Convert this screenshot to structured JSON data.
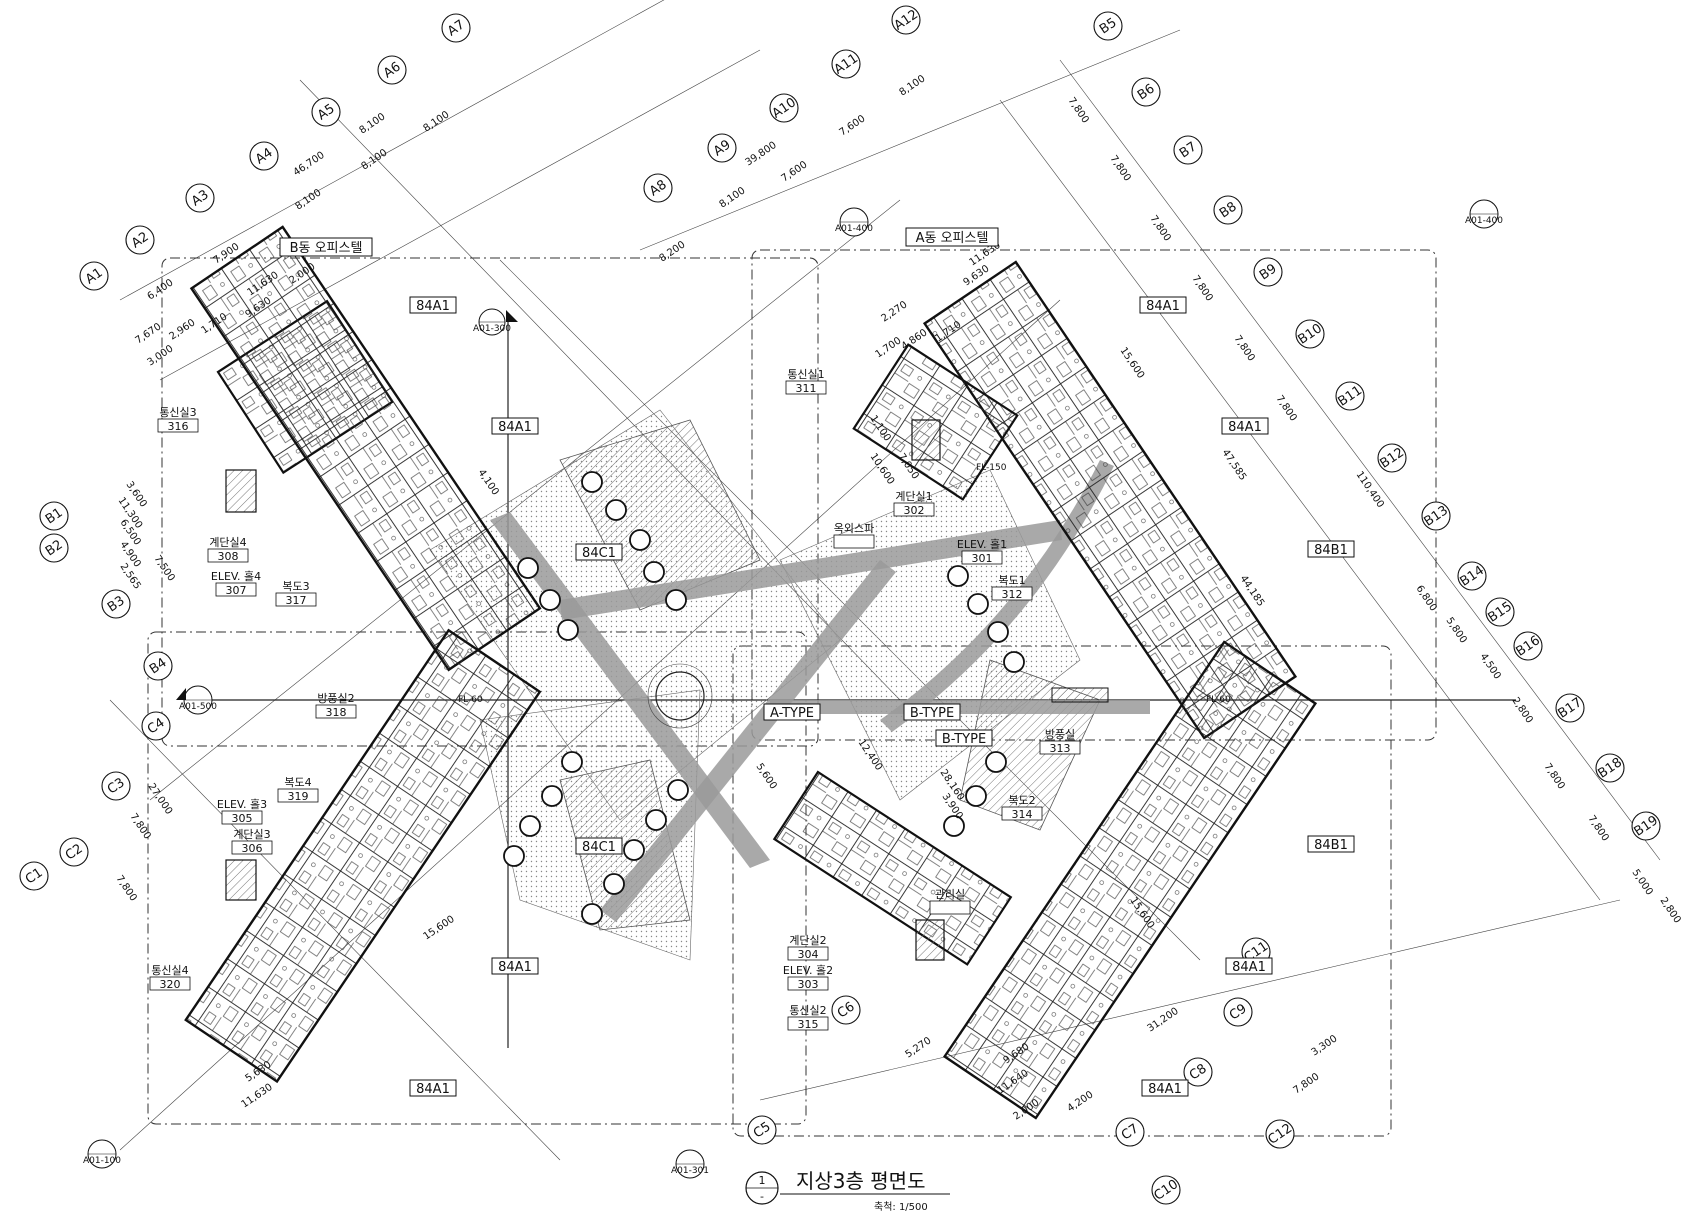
{
  "drawing": {
    "title": "지상3층 평면도",
    "title_number": "1",
    "title_sub": "-",
    "scale": "축척: 1/500"
  },
  "buildings": {
    "b_office": "B동 오피스텔",
    "a_office": "A동 오피스텔"
  },
  "unit_types": {
    "u84A1": "84A1",
    "u84B1": "84B1",
    "u84C1": "84C1",
    "a_type": "A-TYPE",
    "b_type": "B-TYPE"
  },
  "grid_a": [
    "A1",
    "A2",
    "A3",
    "A4",
    "A5",
    "A6",
    "A7",
    "A8",
    "A9",
    "A10",
    "A11",
    "A12"
  ],
  "grid_b": [
    "B1",
    "B2",
    "B3",
    "B4",
    "B5",
    "B6",
    "B7",
    "B8",
    "B9",
    "B10",
    "B11",
    "B12",
    "B13",
    "B14",
    "B15",
    "B16",
    "B17",
    "B18",
    "B19"
  ],
  "grid_c": [
    "C1",
    "C2",
    "C3",
    "C4",
    "C5",
    "C6",
    "C7",
    "C8",
    "C9",
    "C10",
    "C11",
    "C12"
  ],
  "rooms": [
    {
      "name": "통신실3",
      "num": "316"
    },
    {
      "name": "계단실4",
      "num": "308"
    },
    {
      "name": "ELEV. 홀4",
      "num": "307"
    },
    {
      "name": "복도3",
      "num": "317"
    },
    {
      "name": "방풍실2",
      "num": "318"
    },
    {
      "name": "복도4",
      "num": "319"
    },
    {
      "name": "ELEV. 홀3",
      "num": "305"
    },
    {
      "name": "계단실3",
      "num": "306"
    },
    {
      "name": "통신실4",
      "num": "320"
    },
    {
      "name": "통신실1",
      "num": "311"
    },
    {
      "name": "계단실1",
      "num": "302"
    },
    {
      "name": "옥외스파",
      "num": ""
    },
    {
      "name": "ELEV. 홀1",
      "num": "301"
    },
    {
      "name": "복도1",
      "num": "312"
    },
    {
      "name": "방풍실",
      "num": "313"
    },
    {
      "name": "복도2",
      "num": "314"
    },
    {
      "name": "관리실",
      "num": ""
    },
    {
      "name": "계단실2",
      "num": "304"
    },
    {
      "name": "ELEV. 홀2",
      "num": "303"
    },
    {
      "name": "통신실2",
      "num": "315"
    }
  ],
  "dimensions": [
    "46,700",
    "8,100",
    "8,100",
    "8,100",
    "8,100",
    "6,400",
    "7,900",
    "11,630",
    "9,630",
    "2,000",
    "7,670",
    "2,960",
    "1,710",
    "3,000",
    "39,800",
    "8,100",
    "7,600",
    "7,600",
    "8,100",
    "8,200",
    "2,270",
    "1,700",
    "4,860",
    "1,710",
    "11,630",
    "9,630",
    "15,600",
    "4,100",
    "7,800",
    "7,800",
    "7,800",
    "7,800",
    "7,800",
    "7,800",
    "110,400",
    "6,800",
    "5,800",
    "4,500",
    "2,800",
    "7,800",
    "7,800",
    "5,000",
    "2,800",
    "47,585",
    "44,185",
    "12,400",
    "5,600",
    "28,160",
    "3,900",
    "15,600",
    "11,300",
    "6,500",
    "4,900",
    "2,565",
    "3,600",
    "7,500",
    "27,000",
    "7,800",
    "7,800",
    "5,630",
    "11,630",
    "15,600",
    "31,200",
    "9,680",
    "11,640",
    "5,270",
    "2,000",
    "4,200",
    "7,800",
    "3,300",
    "1,100",
    "10,600",
    "7,050"
  ],
  "markers": {
    "a01_400": "A01-400",
    "a01_300": "A01-300",
    "a01_500": "A01-500",
    "a01_100": "A01-100",
    "a01_301": "A01-301",
    "fl_60": "FL-60",
    "fl_150": "FL-150"
  }
}
